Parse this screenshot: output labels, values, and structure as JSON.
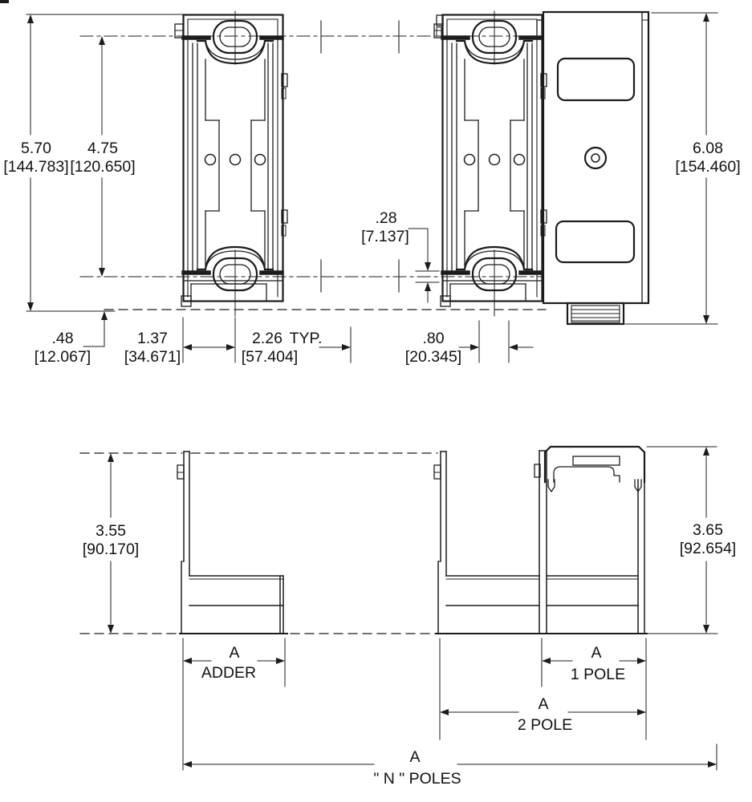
{
  "meta": {
    "description": "Mechanical dimension drawing of a power distribution block: two front views, one side view (top), and ADDER / 1-2-N pole width profiles (bottom)."
  },
  "colors": {
    "line": "#1c1c1c",
    "background": "#ffffff"
  },
  "dimensions": {
    "height_body": {
      "inches": "5.70",
      "mm": "[144.783]"
    },
    "slot_spacing": {
      "inches": "4.75",
      "mm": "[120.650]"
    },
    "height_overall": {
      "inches": "6.08",
      "mm": "[154.460]"
    },
    "slot_offset": {
      "inches": ".28",
      "mm": "[7.137]"
    },
    "base_offset": {
      "inches": ".48",
      "mm": "[12.067]"
    },
    "edge_to_center": {
      "inches": "1.37",
      "mm": "[34.671]"
    },
    "pole_pitch": {
      "inches": "2.26",
      "typ": "TYP.",
      "mm": "[57.404]"
    },
    "slot_width": {
      "inches": ".80",
      "mm": "[20.345]"
    },
    "depth_open": {
      "inches": "3.55",
      "mm": "[90.170]"
    },
    "depth_covered": {
      "inches": "3.65",
      "mm": "[92.654]"
    }
  },
  "width_labels": {
    "adder": {
      "letter": "A",
      "name": "ADDER"
    },
    "one_pole": {
      "letter": "A",
      "name": "1 POLE"
    },
    "two_pole": {
      "letter": "A",
      "name": "2 POLE"
    },
    "n_poles": {
      "letter": "A",
      "name": "\" N \" POLES"
    }
  }
}
